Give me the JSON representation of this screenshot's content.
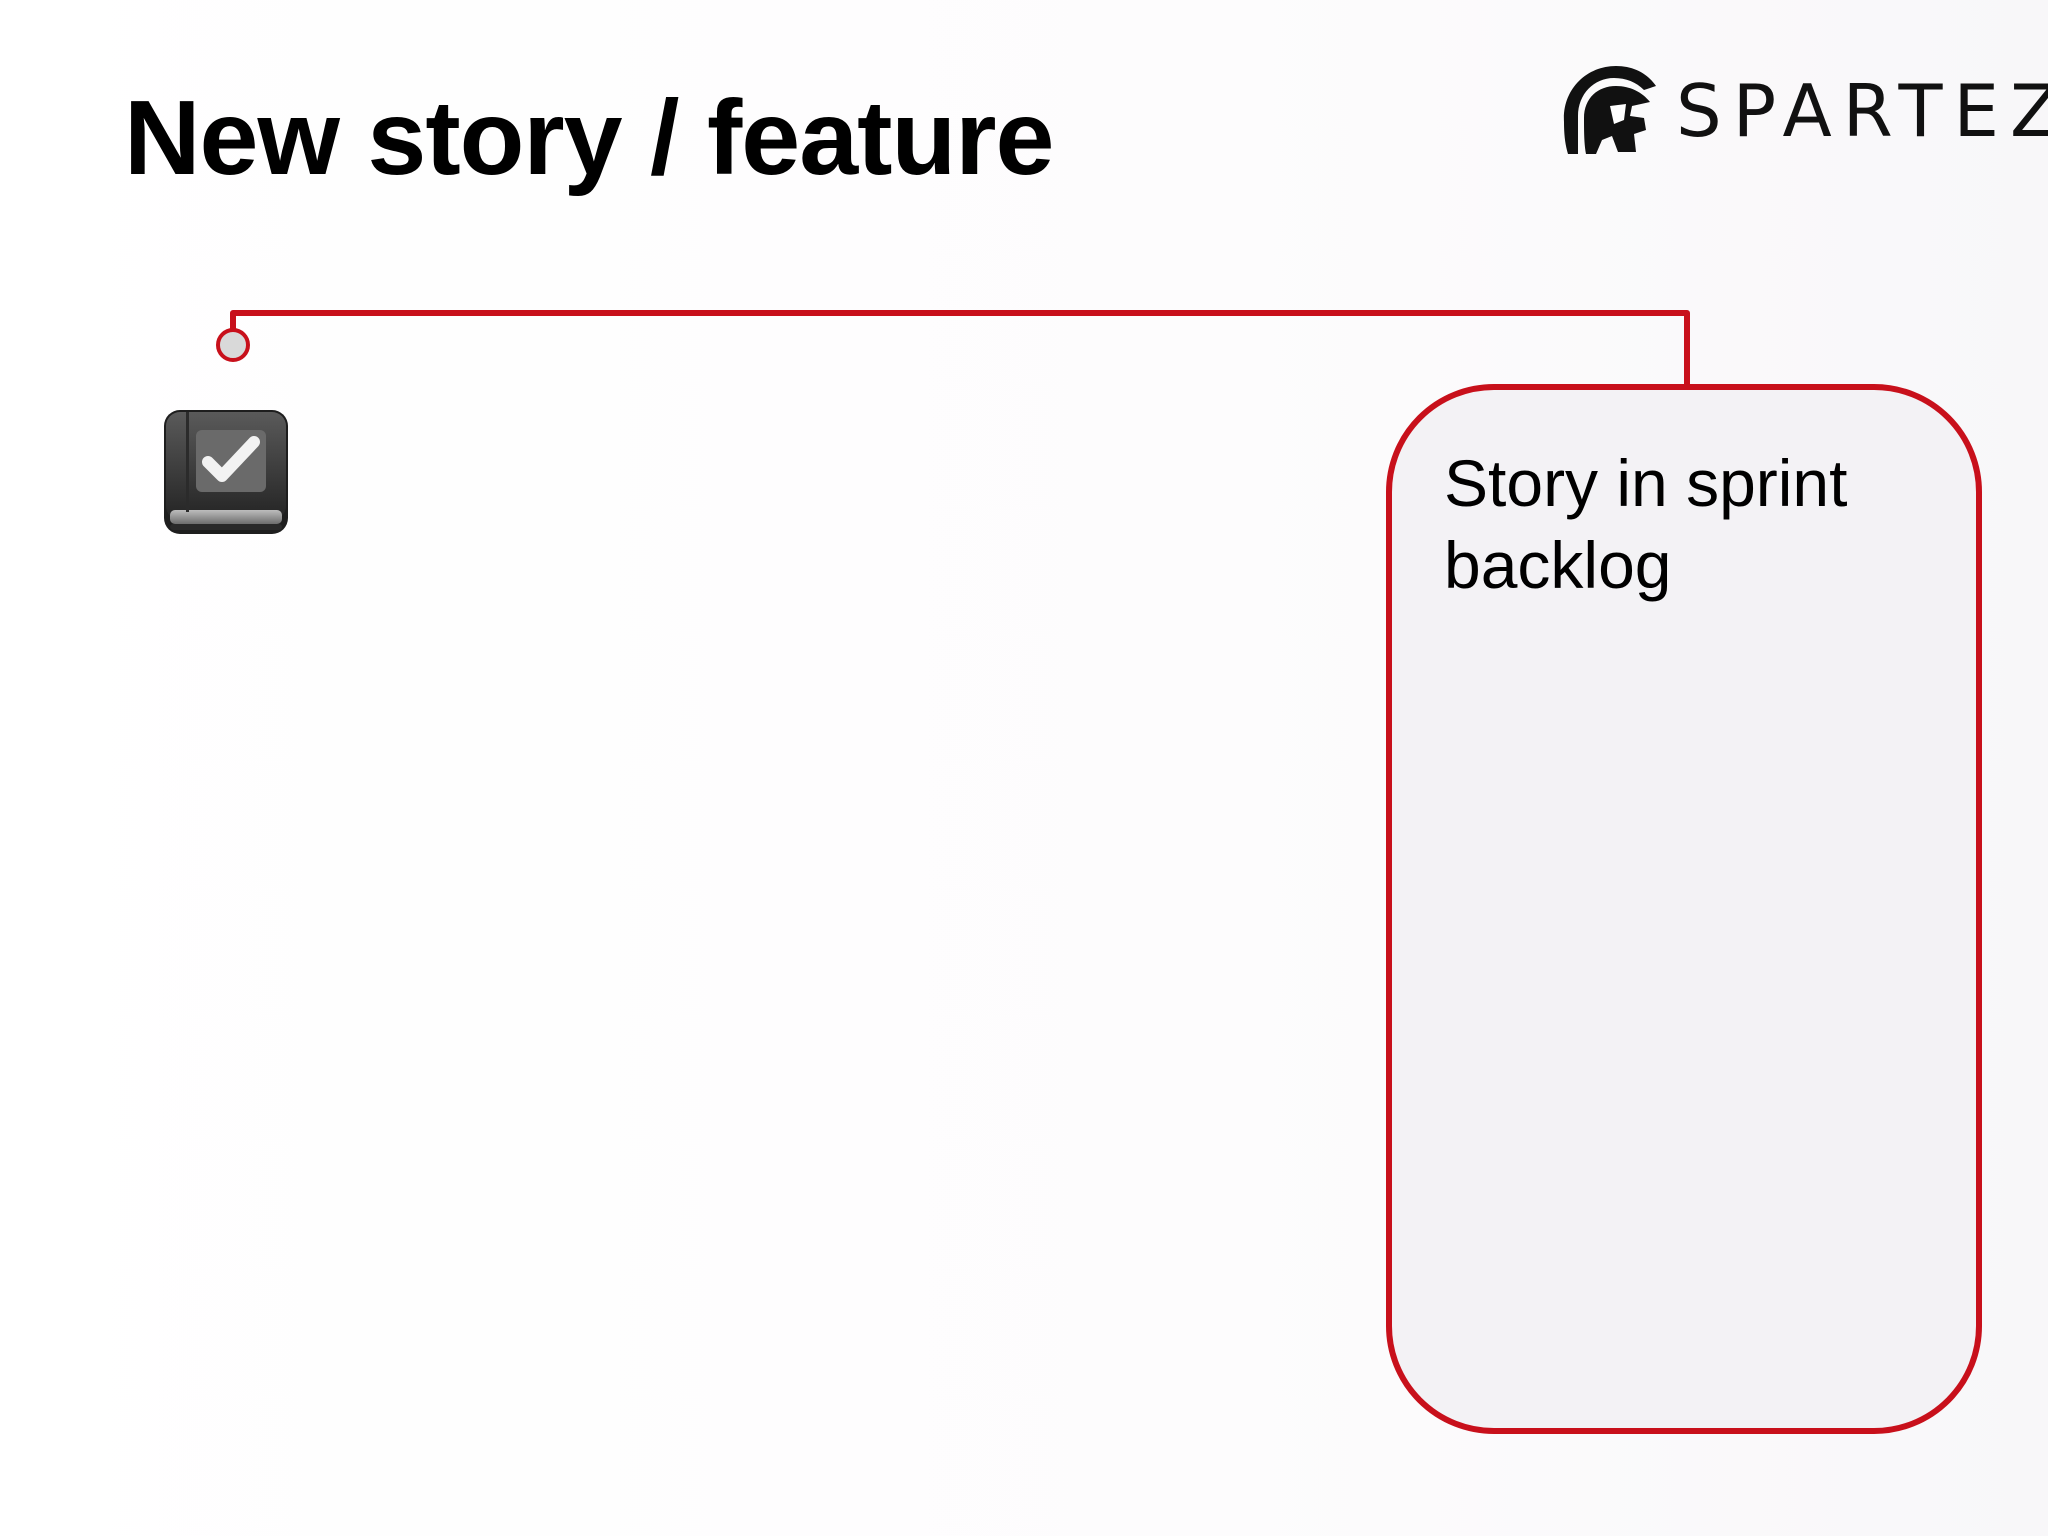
{
  "slide": {
    "title": "New story / feature"
  },
  "logo": {
    "text": "SPARTEZ",
    "icon": "spartan-helmet-icon"
  },
  "diagram": {
    "start_icon": "story-book-check-icon",
    "stages": [
      {
        "label": "Story in sprint backlog"
      }
    ]
  },
  "colors": {
    "accent": "#c8101b",
    "card_fill": "#f3f2f5",
    "start_dot_fill": "#d9d9d9",
    "icon_body": "#3a3a3a"
  }
}
